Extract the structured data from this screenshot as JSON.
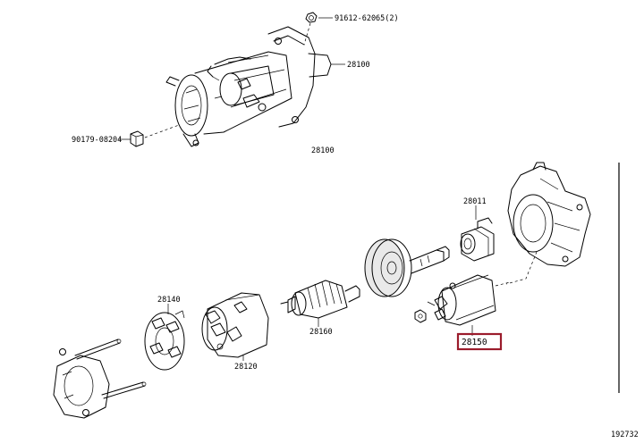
{
  "labels": {
    "bolt_top": "91612-62065(2)",
    "starter_top": "28100",
    "nut_left": "90179-08204",
    "starter_caption": "28100",
    "clutch": "28011",
    "brush_holder": "28140",
    "armature": "28160",
    "yoke": "28120",
    "solenoid": "28150",
    "drawing_id": "192732"
  },
  "colors": {
    "highlight": "#9b1c2c",
    "line": "#000000"
  }
}
